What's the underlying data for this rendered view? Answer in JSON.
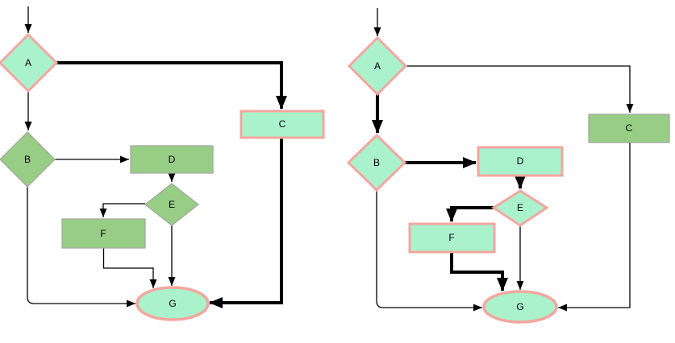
{
  "colors": {
    "mint_fill": "#aaf2cc",
    "salmon_stroke": "#f4a69f",
    "green_fill": "#98cd86",
    "gray_stroke": "#a3aaa0",
    "edge_color": "#000000",
    "label_color": "#000000"
  },
  "diagrams": [
    {
      "name": "left-flowchart",
      "highlighted_path": [
        "A",
        "C",
        "G"
      ],
      "nodes": [
        {
          "label": "A",
          "shape": "diamond",
          "emphasis": true
        },
        {
          "label": "B",
          "shape": "diamond",
          "emphasis": false
        },
        {
          "label": "C",
          "shape": "rectangle",
          "emphasis": true
        },
        {
          "label": "D",
          "shape": "rectangle",
          "emphasis": false
        },
        {
          "label": "E",
          "shape": "diamond",
          "emphasis": false
        },
        {
          "label": "F",
          "shape": "rectangle",
          "emphasis": false
        },
        {
          "label": "G",
          "shape": "ellipse",
          "emphasis": true
        }
      ],
      "edges": [
        {
          "from": "start",
          "to": "A",
          "weight": "thin"
        },
        {
          "from": "A",
          "to": "B",
          "weight": "thin"
        },
        {
          "from": "A",
          "to": "C",
          "weight": "thick"
        },
        {
          "from": "B",
          "to": "D",
          "weight": "thin"
        },
        {
          "from": "D",
          "to": "E",
          "weight": "thin"
        },
        {
          "from": "E",
          "to": "F",
          "weight": "thin"
        },
        {
          "from": "E",
          "to": "G",
          "weight": "thin"
        },
        {
          "from": "F",
          "to": "G",
          "weight": "thin"
        },
        {
          "from": "B",
          "to": "G",
          "weight": "thin"
        },
        {
          "from": "C",
          "to": "G",
          "weight": "thick"
        }
      ]
    },
    {
      "name": "right-flowchart",
      "highlighted_path": [
        "A",
        "B",
        "D",
        "E",
        "F",
        "G"
      ],
      "nodes": [
        {
          "label": "A",
          "shape": "diamond",
          "emphasis": true
        },
        {
          "label": "B",
          "shape": "diamond",
          "emphasis": true
        },
        {
          "label": "C",
          "shape": "rectangle",
          "emphasis": false
        },
        {
          "label": "D",
          "shape": "rectangle",
          "emphasis": true
        },
        {
          "label": "E",
          "shape": "diamond",
          "emphasis": true
        },
        {
          "label": "F",
          "shape": "rectangle",
          "emphasis": true
        },
        {
          "label": "G",
          "shape": "ellipse",
          "emphasis": true
        }
      ],
      "edges": [
        {
          "from": "start",
          "to": "A",
          "weight": "thin"
        },
        {
          "from": "A",
          "to": "C",
          "weight": "thin"
        },
        {
          "from": "A",
          "to": "B",
          "weight": "thick"
        },
        {
          "from": "B",
          "to": "D",
          "weight": "thick"
        },
        {
          "from": "D",
          "to": "E",
          "weight": "thick"
        },
        {
          "from": "E",
          "to": "F",
          "weight": "thick"
        },
        {
          "from": "F",
          "to": "G",
          "weight": "thick"
        },
        {
          "from": "E",
          "to": "G",
          "weight": "thin"
        },
        {
          "from": "B",
          "to": "G",
          "weight": "thin"
        },
        {
          "from": "C",
          "to": "G",
          "weight": "thin"
        }
      ]
    }
  ]
}
